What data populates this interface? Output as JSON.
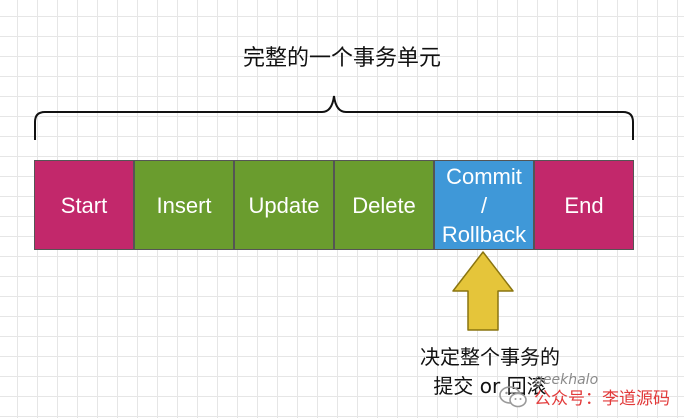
{
  "brace_label": "完整的一个事务单元",
  "steps": [
    {
      "label": "Start",
      "color": "#c2286b"
    },
    {
      "label": "Insert",
      "color": "#6a9c2e"
    },
    {
      "label": "Update",
      "color": "#6a9c2e"
    },
    {
      "label": "Delete",
      "color": "#6a9c2e"
    },
    {
      "label_lines": [
        "Commit",
        "/",
        "Rollback"
      ],
      "color": "#3f98d8"
    },
    {
      "label": "End",
      "color": "#c2286b"
    }
  ],
  "arrow_color": "#e5c53a",
  "note": {
    "line1": "决定整个事务的",
    "line2": "提交 or 回滚"
  },
  "watermark": {
    "handle": "geekhalo",
    "brand": "公众号：李道源码",
    "icon": "wechat-icon"
  }
}
